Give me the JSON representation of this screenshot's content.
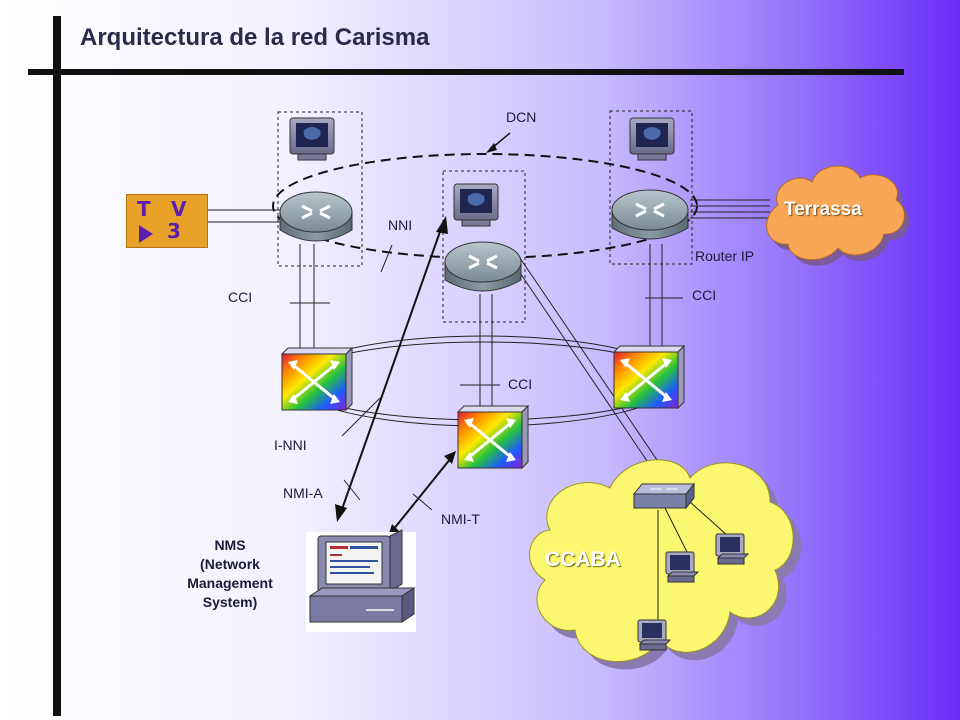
{
  "slide": {
    "title": "Arquitectura de la red Carisma"
  },
  "labels": {
    "dcn": "DCN",
    "nni": "NNI",
    "router_ip": "Router IP",
    "cci_left": "CCI",
    "cci_right": "CCI",
    "cci_center": "CCI",
    "i_nni": "I-NNI",
    "nmi_a": "NMI-A",
    "nmi_t": "NMI-T"
  },
  "nms": {
    "line1": "NMS",
    "line2": "(Network",
    "line3": "Management",
    "line4": "System)"
  },
  "clouds": {
    "terrassa": "Terrassa",
    "ccaba": "CCABA"
  },
  "tv3_logo": {
    "letters": [
      "T",
      "V",
      "3"
    ]
  },
  "colors": {
    "cloud_terrassa": "#f7a756",
    "cloud_ccaba": "#fbf770",
    "router_body": "#8a9aa3",
    "background_end": "#6a2cf8"
  }
}
